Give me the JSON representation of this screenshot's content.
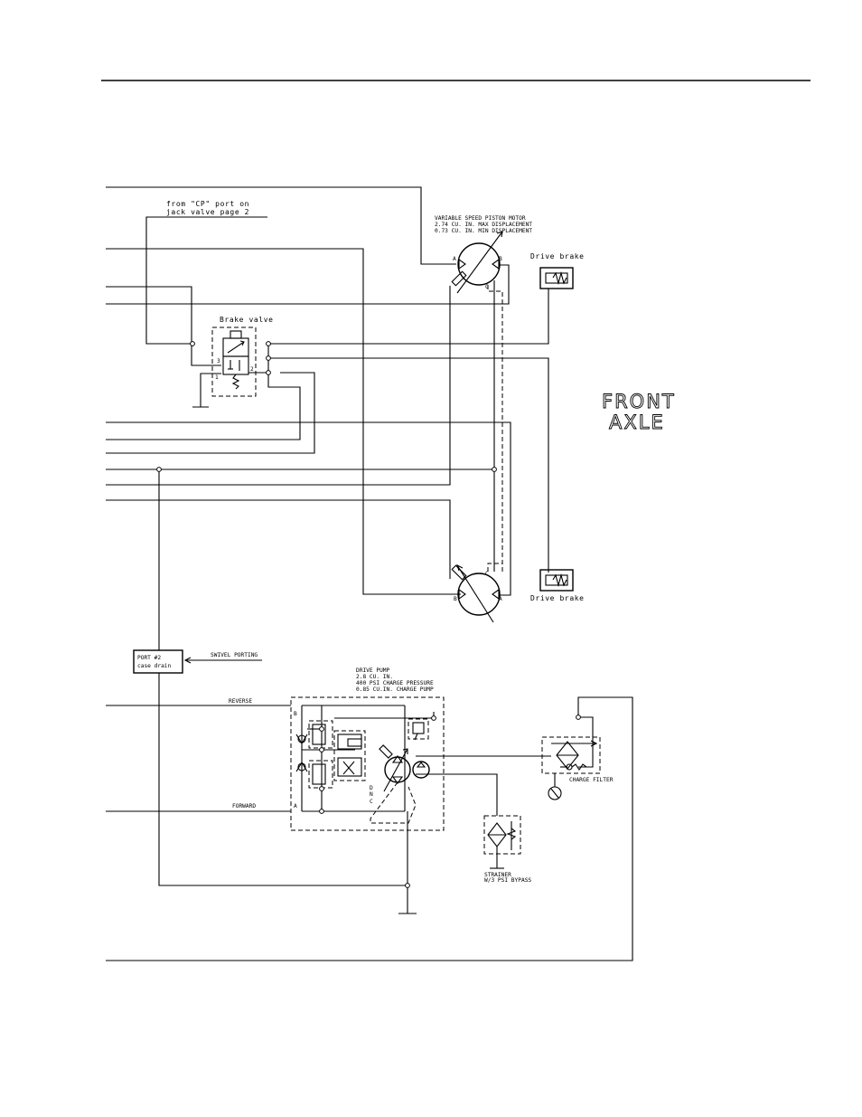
{
  "labels": {
    "cp_from_1": "from \"CP\" port on",
    "cp_from_2": "jack valve page 2",
    "motor_1": "VARIABLE SPEED PISTON MOTOR",
    "motor_2": "2.74 CU. IN. MAX DISPLACEMENT",
    "motor_3": "0.73 CU. IN. MIN DISPLACEMENT",
    "drive_brake_top": "Drive brake",
    "drive_brake_bottom": "Drive brake",
    "brake_valve": "Brake valve",
    "front": "FRONT",
    "axle": "AXLE",
    "port2_1": "PORT #2",
    "port2_2": "case drain",
    "swivel": "SWIVEL PORTING",
    "pump_1": "DRIVE PUMP",
    "pump_2": "2.8 CU. IN.",
    "pump_3": "400 PSI CHARGE PRESSURE",
    "pump_4": "0.85 CU.IN. CHARGE PUMP",
    "reverse": "REVERSE",
    "forward": "FORWARD",
    "charge_filter": "CHARGE FILTER",
    "strainer_1": "STRAINER",
    "strainer_2": "W/3 PSI BYPASS"
  },
  "ports": {
    "top_motor_a": "A",
    "top_motor_b": "B",
    "top_motor_c": "C",
    "bot_motor_a": "A",
    "bot_motor_b": "B",
    "bot_motor_c": "C",
    "valve_1": "1",
    "valve_2": "2",
    "valve_3": "3",
    "pump_b": "B",
    "pump_a": "A",
    "pump_d": "D",
    "pump_n": "N",
    "pump_c": "C"
  }
}
